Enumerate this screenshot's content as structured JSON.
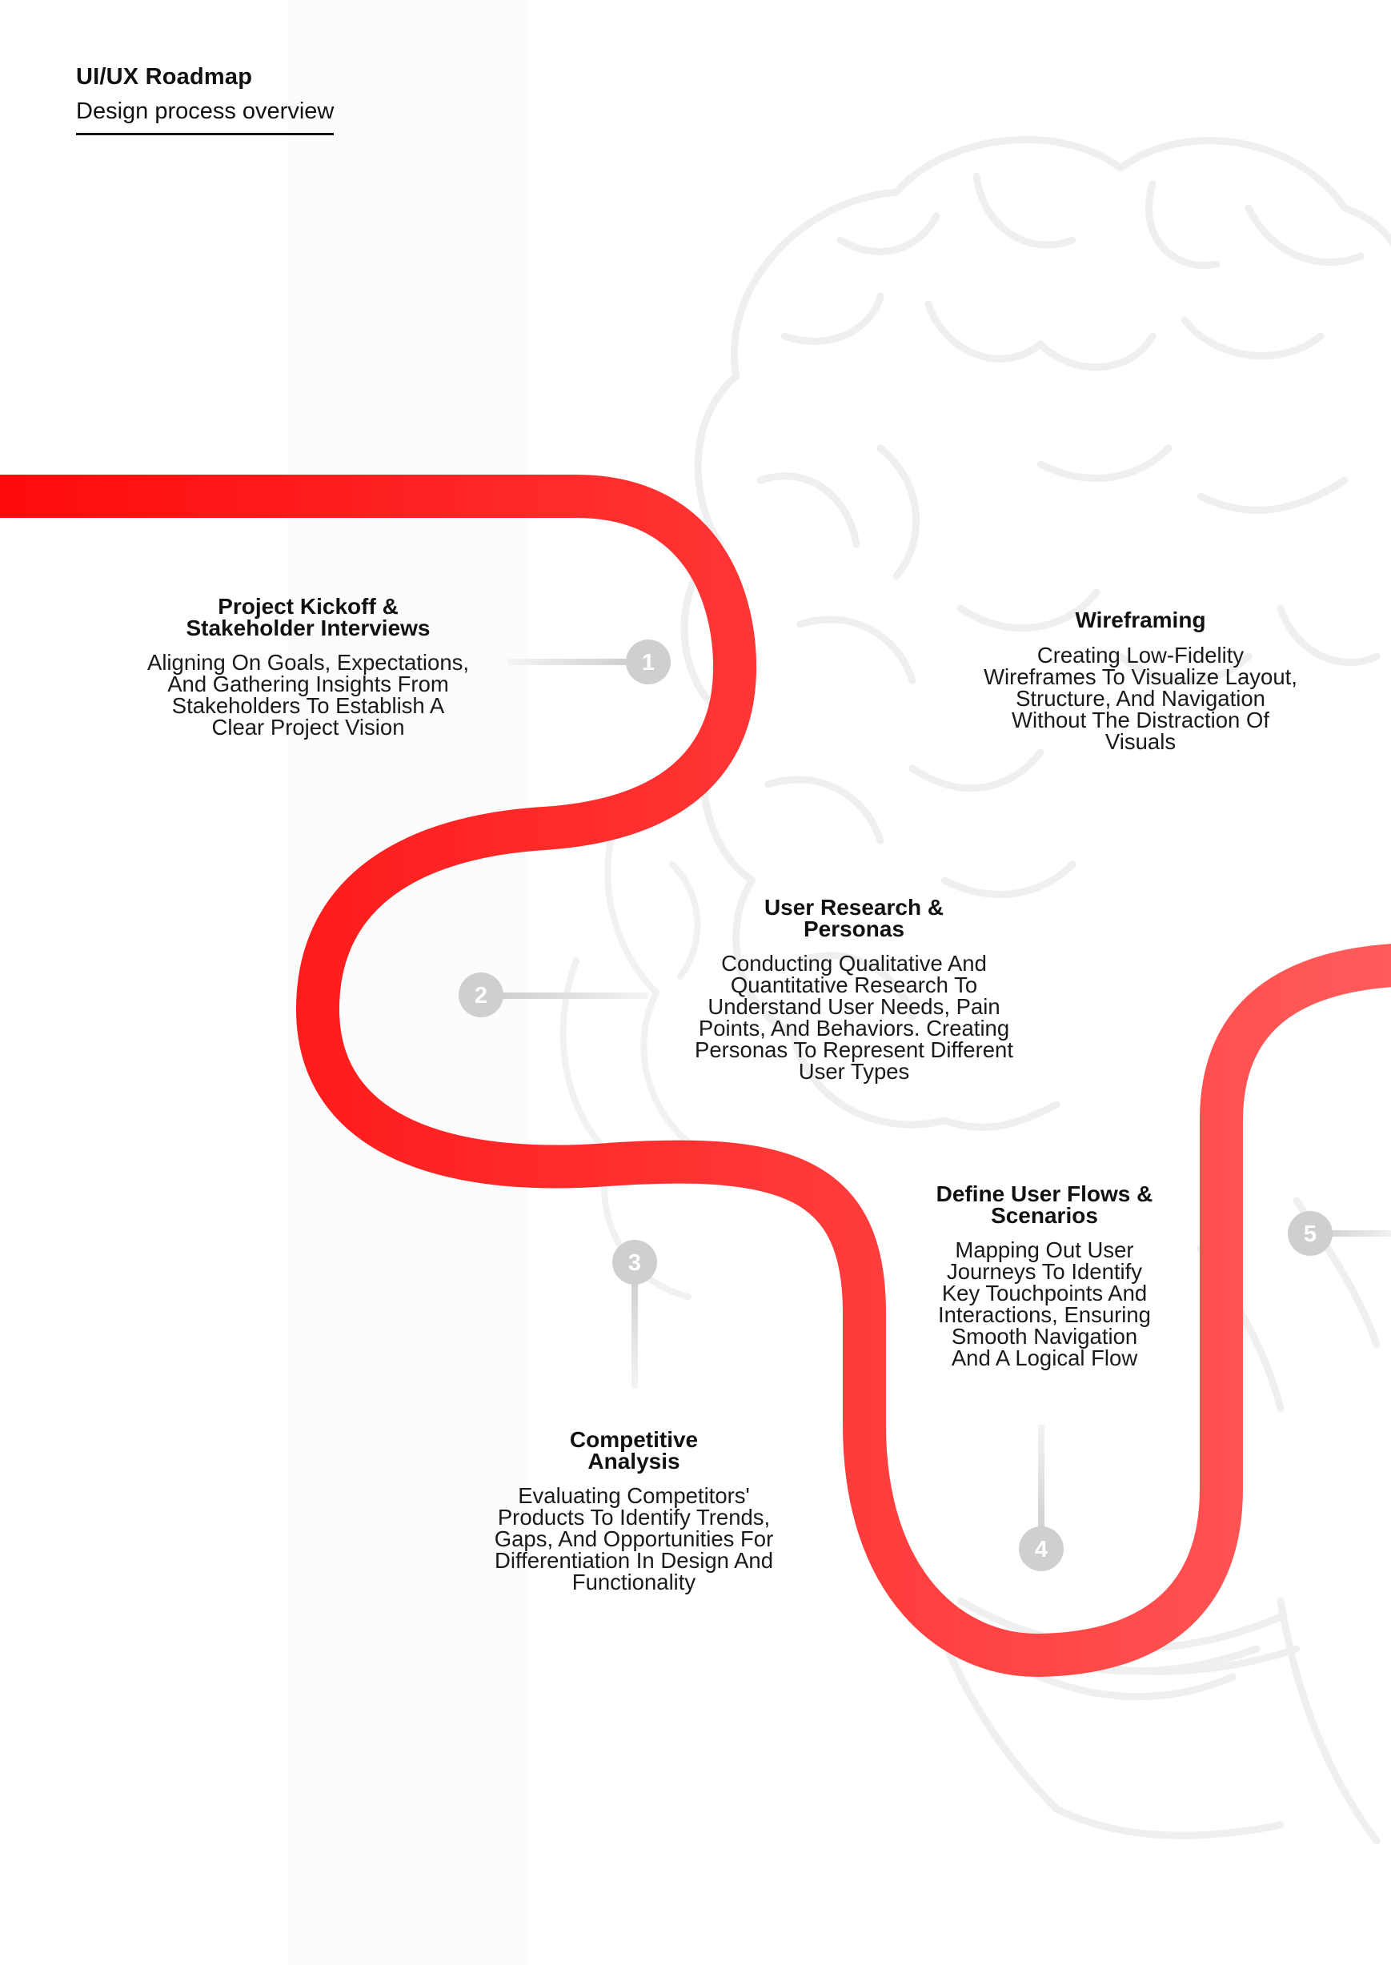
{
  "header": {
    "title": "UI/UX Roadmap",
    "subtitle": "Design process overview"
  },
  "steps": [
    {
      "number": "1",
      "title_line1": "Project Kickoff &",
      "title_line2": "Stakeholder Interviews",
      "desc_lines": [
        "Aligning On Goals, Expectations,",
        "And Gathering Insights From",
        "Stakeholders To Establish A",
        "Clear Project Vision"
      ]
    },
    {
      "number": "2",
      "title_line1": "User Research &",
      "title_line2": "Personas",
      "desc_lines": [
        "Conducting Qualitative And",
        "Quantitative Research To",
        "Understand User Needs, Pain",
        "Points, And Behaviors. Creating",
        "Personas To Represent Different",
        "User Types"
      ]
    },
    {
      "number": "3",
      "title_line1": "Competitive",
      "title_line2": "Analysis",
      "desc_lines": [
        "Evaluating Competitors'",
        "Products To Identify Trends,",
        "Gaps, And Opportunities For",
        "Differentiation In Design And",
        "Functionality"
      ]
    },
    {
      "number": "4",
      "title_line1": "Define User Flows &",
      "title_line2": "Scenarios",
      "desc_lines": [
        "Mapping Out User",
        "Journeys To Identify",
        "Key Touchpoints And",
        "Interactions, Ensuring",
        "Smooth Navigation",
        "And A Logical Flow"
      ]
    },
    {
      "number": "5",
      "title_line1": "Wireframing",
      "title_line2": "",
      "desc_lines": [
        "Creating Low-Fidelity",
        "Wireframes To Visualize Layout,",
        "Structure, And Navigation",
        "Without The Distraction Of",
        "Visuals"
      ]
    }
  ],
  "colors": {
    "road_start": "#ff0a0a",
    "road_end": "#ff5c5c",
    "marker": "#cfcfcf",
    "brain_line": "#efefef"
  },
  "icons": {
    "background": "brain-icon"
  }
}
